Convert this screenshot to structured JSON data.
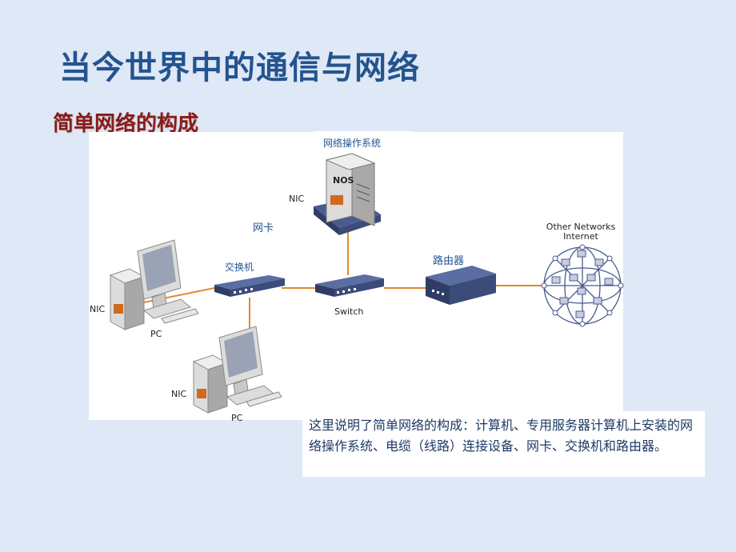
{
  "slide": {
    "title": "当今世界中的通信与网络",
    "subtitle": "简单网络的构成"
  },
  "diagram": {
    "labels": {
      "nos_system": "网络操作系统",
      "nos": "NOS",
      "nic": "NIC",
      "nic_card": "网卡",
      "hub": "交换机",
      "switch": "Switch",
      "router": "路由器",
      "internet": "Other Networks\nInternet",
      "pc": "PC"
    },
    "colors": {
      "cable": "#e08a2c",
      "device_blue": "#4a5c8f",
      "device_dark": "#2f3d66",
      "nic_orange": "#d06a1c",
      "computer_gray": "#d8d8d8"
    }
  },
  "note": {
    "text": "这里说明了简单网络的构成：计算机、专用服务器计算机上安装的网络操作系统、电缆（线路）连接设备、网卡、交换机和路由器。"
  }
}
